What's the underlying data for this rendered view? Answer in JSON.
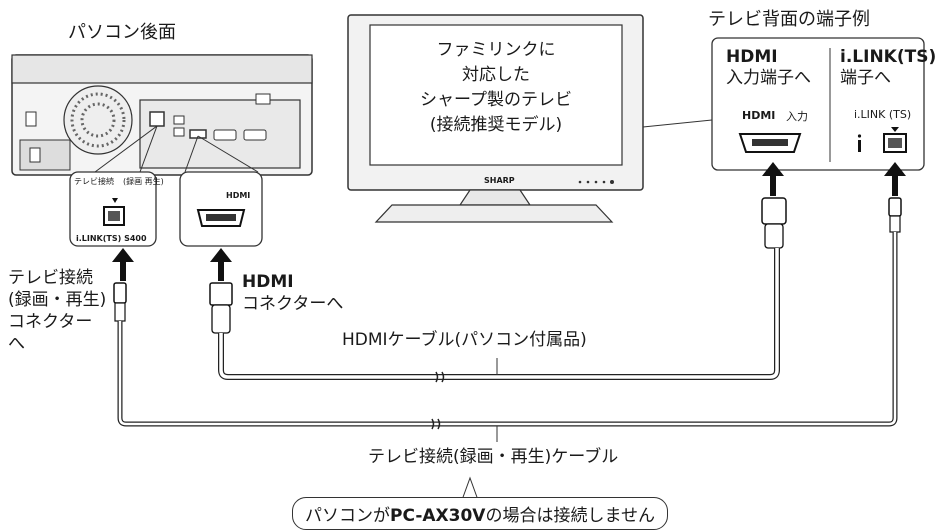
{
  "pc": {
    "title": "パソコン後面",
    "zoom_ilink": {
      "top_label": "テレビ接続",
      "top_label2": "(録画 再生)",
      "bottom_label": "i.LINK(TS) S400"
    },
    "zoom_hdmi": {
      "logo": "HDMI"
    }
  },
  "tv": {
    "screen_text": [
      "ファミリンクに",
      "対応した",
      "シャープ製のテレビ",
      "(接続推奨モデル)"
    ],
    "brand": "SHARP"
  },
  "terminals": {
    "title": "テレビ背面の端子例",
    "hdmi": {
      "label_line1": "HDMI",
      "label_line2": "入力端子へ",
      "logo": "HDMI",
      "logo_suffix": "入力"
    },
    "ilink": {
      "label_line1": "i.LINK(TS)",
      "label_line2": "端子へ",
      "small_label": "i.LINK (TS)"
    }
  },
  "connectors": {
    "tv_connect_lines": [
      "テレビ接続",
      "(録画・再生)",
      "コネクター",
      "へ"
    ],
    "hdmi_connector_lines": [
      "HDMI",
      "コネクターへ"
    ]
  },
  "cables": {
    "hdmi_label": "HDMIケーブル(パソコン付属品)",
    "tv_label": "テレビ接続(録画・再生)ケーブル"
  },
  "note": {
    "prefix": "パソコンが",
    "model": "PC-AX30V",
    "suffix": "の場合は接続しません"
  }
}
